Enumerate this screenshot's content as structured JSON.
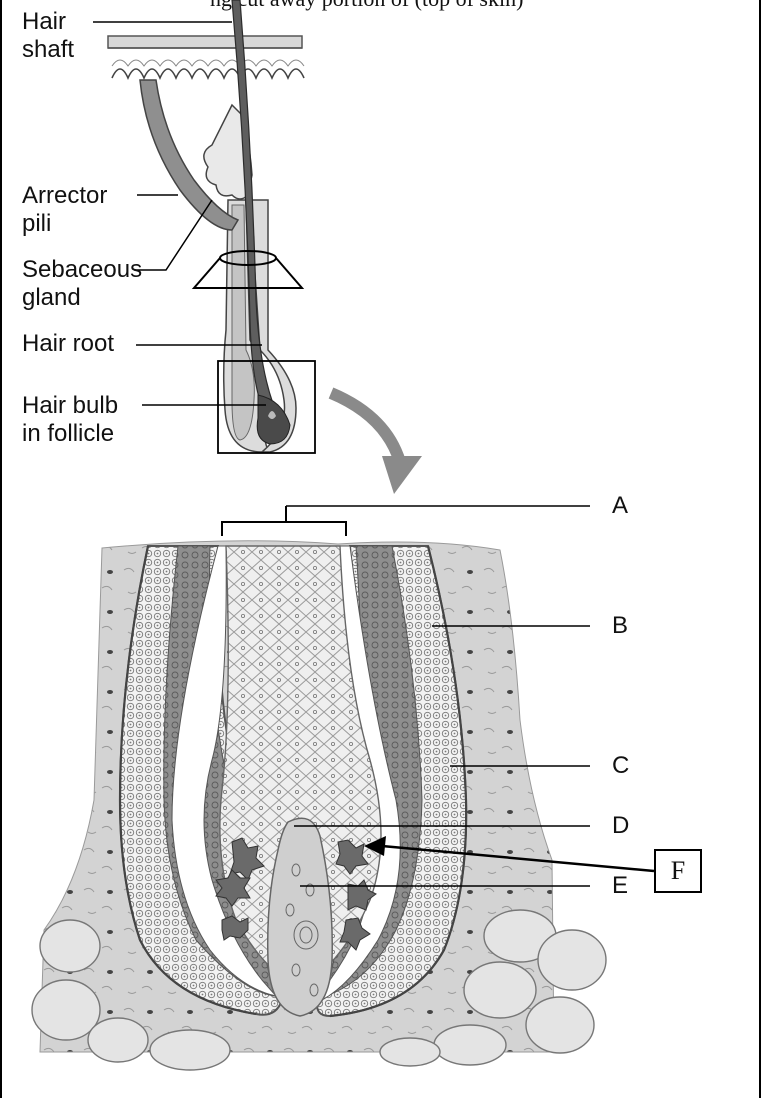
{
  "caption": "ng cut away portion of (top of skin)",
  "top_labels": {
    "hair_shaft_1": "Hair",
    "hair_shaft_2": "shaft",
    "arrector_1": "Arrector",
    "arrector_2": "pili",
    "sebaceous_1": "Sebaceous",
    "sebaceous_2": "gland",
    "hair_root": "Hair root",
    "hair_bulb_1": "Hair bulb",
    "hair_bulb_2": "in follicle"
  },
  "letters": {
    "a": "A",
    "b": "B",
    "c": "C",
    "d": "D",
    "e": "E",
    "f": "F"
  },
  "colors": {
    "shaft": "#5c5c5c",
    "muscle": "#8a8a8a",
    "sheath_dark": "#7a7a7a",
    "tissue": "#d6d6d6",
    "cells": "#efefef"
  }
}
